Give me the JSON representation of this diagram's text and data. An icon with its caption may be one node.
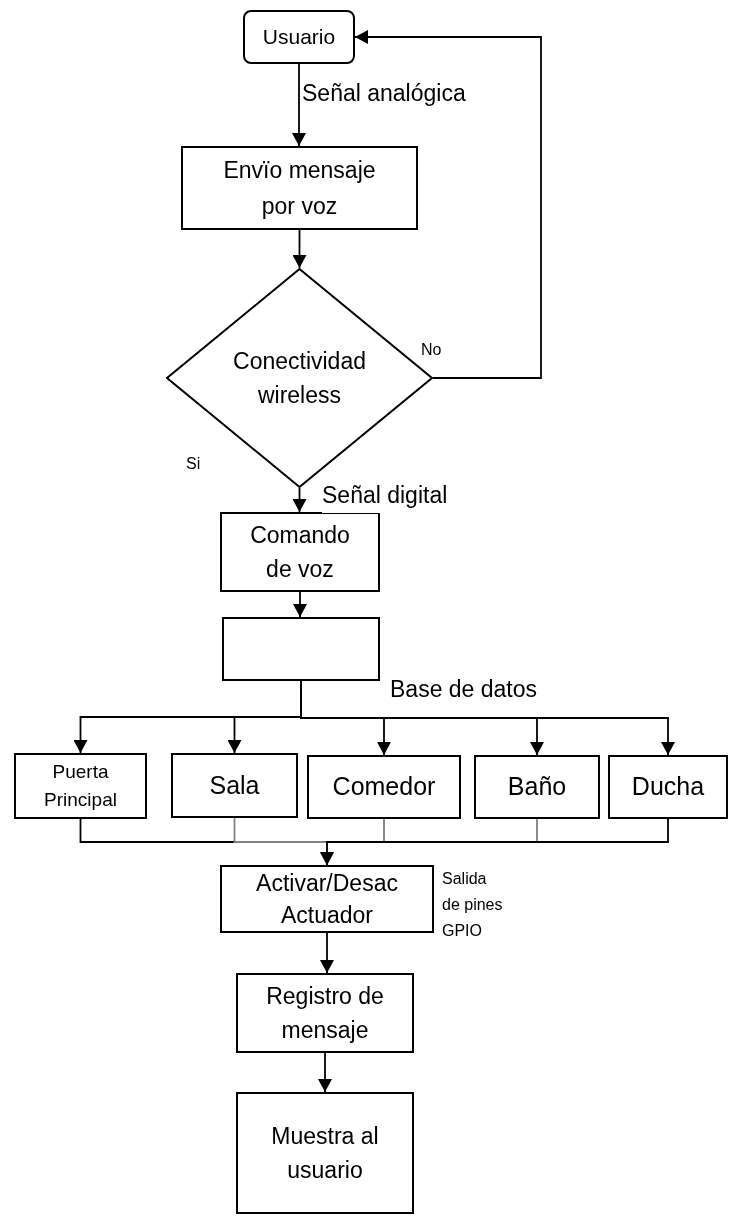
{
  "diagram": {
    "nodes": [
      {
        "text": [
          "Usuario"
        ]
      },
      {
        "text": [
          "Envïo mensaje por voz"
        ]
      },
      {
        "text": [
          "Conectividad wireless"
        ]
      },
      {
        "text": [
          "Comando de voz"
        ]
      },
      {
        "text": [],
        "shape": "box"
      },
      {
        "text": [
          "Puerta Principal"
        ]
      },
      {
        "text": [
          "Sala"
        ]
      },
      {
        "text": [
          "Comedor"
        ]
      },
      {
        "text": [
          "Baño"
        ]
      },
      {
        "text": [
          "Ducha"
        ]
      },
      {
        "text": [
          "Activar/Desac Actuador"
        ],
        "beside": [
          "Salida de pines GPIO"
        ]
      },
      {
        "text": [
          "Registro de mensaje"
        ]
      },
      {
        "text": [
          "Muestra al usuario"
        ]
      }
    ],
    "edges": [
      {
        "from": 0,
        "to": 1,
        "arrow": "to",
        "label": "Señal analógica"
      },
      {
        "from": 1,
        "to": 2,
        "arrow": "to"
      },
      {
        "from": 2,
        "to": 0,
        "arrow": "to",
        "label": "No"
      },
      {
        "from": 2,
        "to": 3,
        "arrow": "to",
        "label": "Señal digital"
      },
      {
        "from": 3,
        "to": 4,
        "arrow": "to"
      },
      {
        "from": 4,
        "to": 5,
        "arrow": "to"
      },
      {
        "from": 4,
        "to": 6,
        "arrow": "to"
      },
      {
        "from": 4,
        "to": 7,
        "arrow": "to"
      },
      {
        "from": 4,
        "to": 8,
        "arrow": "to"
      },
      {
        "from": 4,
        "to": 9,
        "arrow": "to"
      },
      {
        "from": 5,
        "to": 10,
        "arrow": "to"
      },
      {
        "from": 6,
        "to": 10,
        "arrow": "to",
        "color": "#808080"
      },
      {
        "from": 7,
        "to": 10,
        "arrow": "to",
        "color": "#808080"
      },
      {
        "from": 8,
        "to": 10,
        "arrow": "to",
        "color": "#808080"
      },
      {
        "from": 9,
        "to": 10,
        "arrow": "to"
      },
      {
        "from": 10,
        "to": 11,
        "arrow": "to"
      },
      {
        "from": 11,
        "to": 12,
        "arrow": "to"
      }
    ],
    "labels": [
      "Si",
      "Base de datos"
    ]
  }
}
